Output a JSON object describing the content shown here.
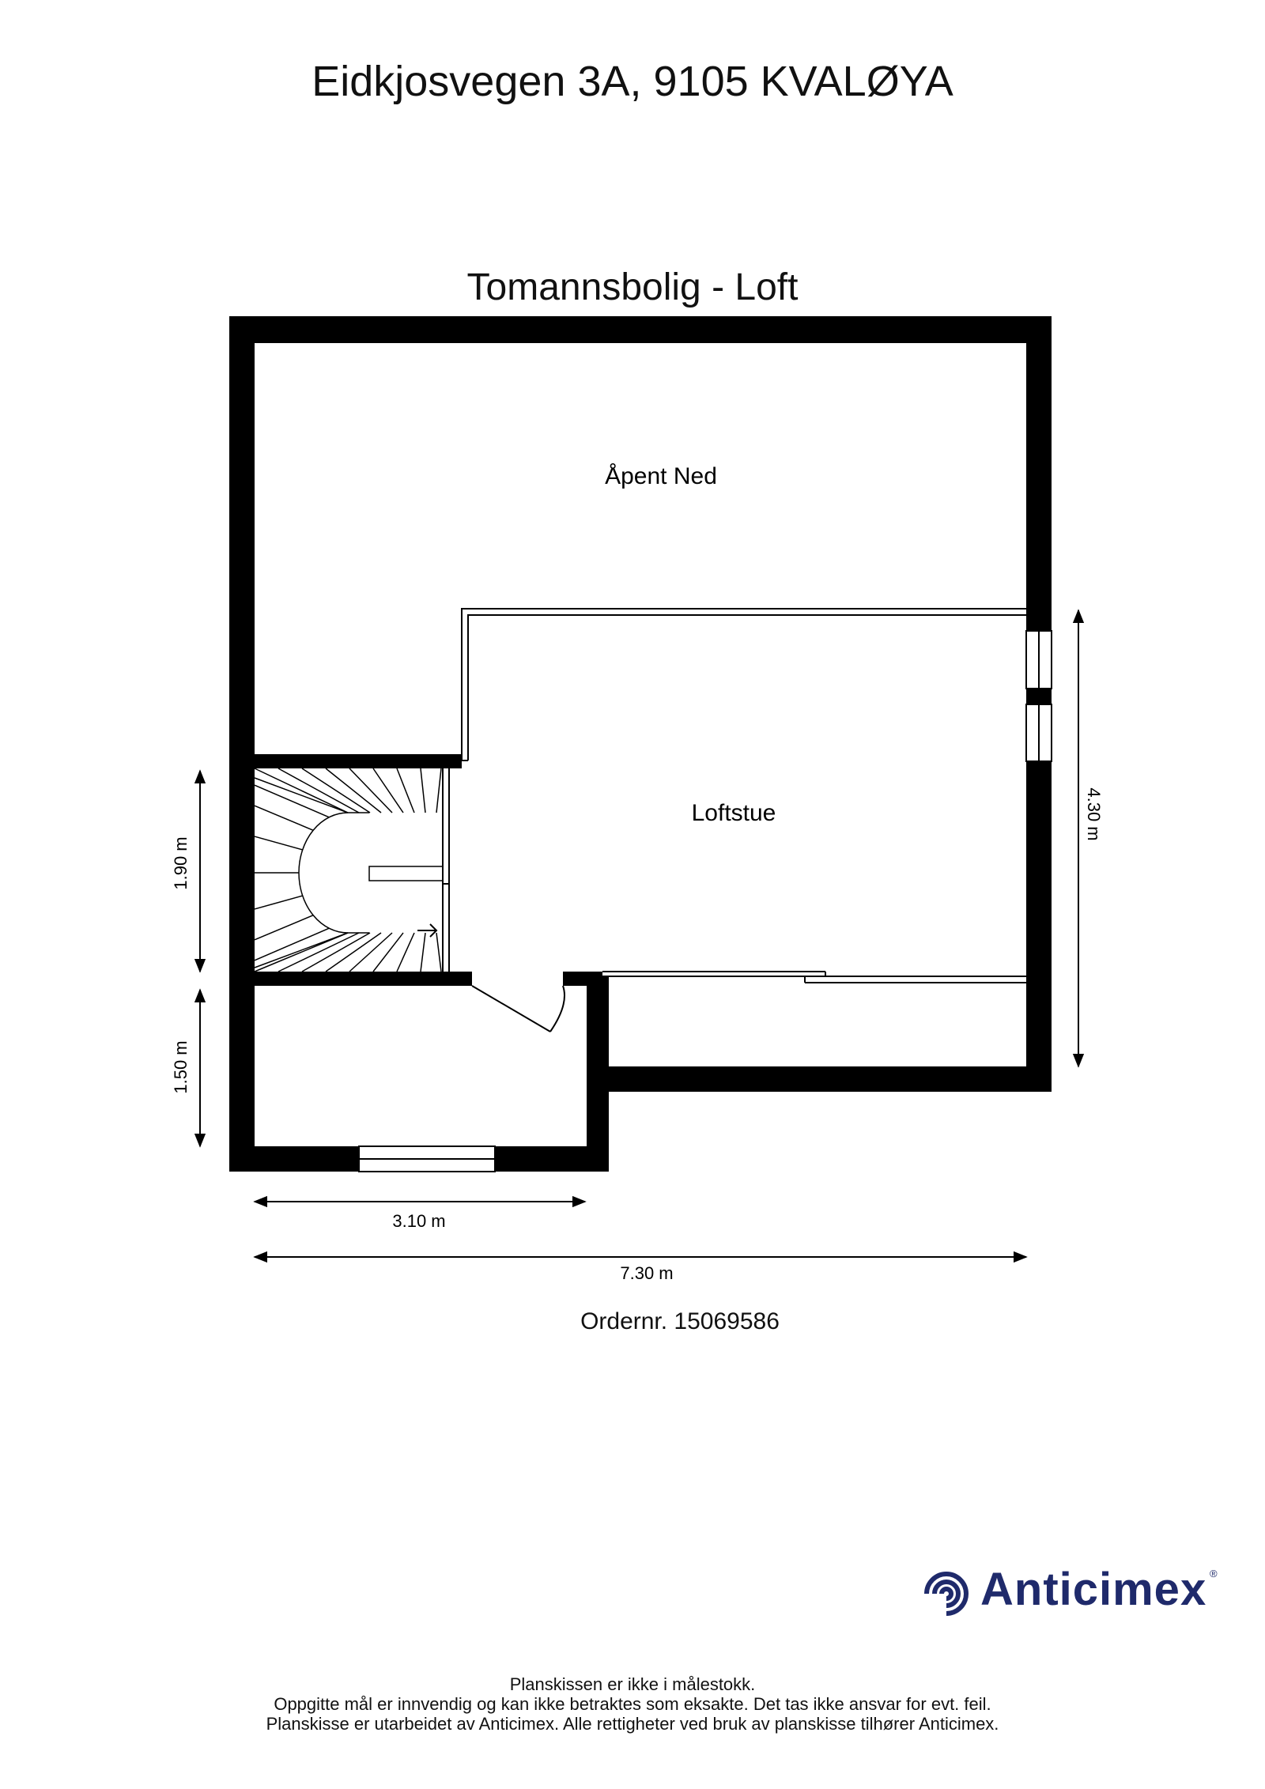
{
  "header": {
    "address": "Eidkjosvegen 3A, 9105 KVALØYA",
    "plan_title": "Tomannsbolig - Loft"
  },
  "rooms": {
    "open_below": "Åpent Ned",
    "loft_living": "Loftstue"
  },
  "dimensions": {
    "left_upper": "1.90 m",
    "left_lower": "1.50 m",
    "right": "4.30 m",
    "bottom_short": "3.10 m",
    "bottom_total": "7.30 m"
  },
  "order": "Ordernr. 15069586",
  "logo": {
    "name": "Anticimex",
    "registered": "®",
    "color": "#1f2a6b"
  },
  "disclaimer": {
    "line1": "Planskissen er ikke i målestokk.",
    "line2": "Oppgitte mål er innvendig og kan ikke betraktes som eksakte. Det tas ikke ansvar for evt. feil.",
    "line3": "Planskisse er utarbeidet av Anticimex. Alle rettigheter ved bruk av planskisse tilhører Anticimex."
  }
}
